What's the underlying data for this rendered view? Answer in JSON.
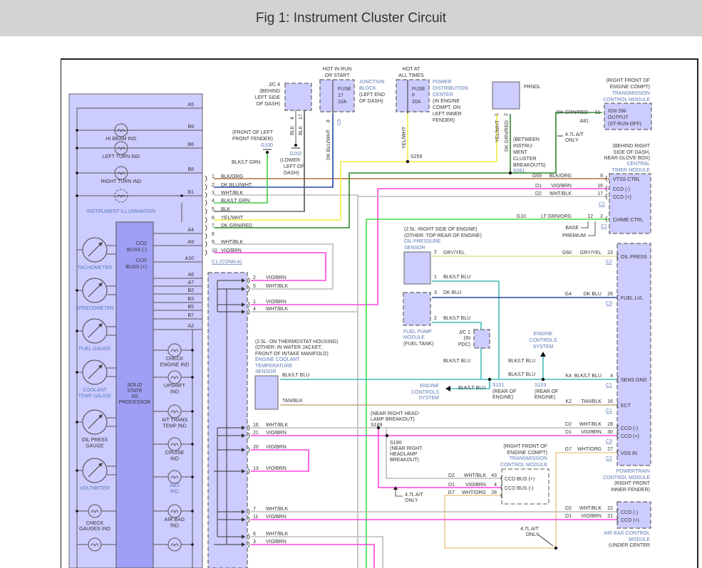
{
  "header": {
    "title": "Fig 1: Instrument Cluster Circuit"
  },
  "colors": {
    "module_fill": "#ccccff",
    "processor_fill": "#9f9ff5",
    "wire_vio_brn": "#ff44dd",
    "wire_wht_blk": "#bbbbbb",
    "wire_blk_org": "#b07040",
    "wire_dk_blu": "#2244aa",
    "wire_yel_wht": "#eeee44",
    "wire_dk_grn_red": "#2a8a2a",
    "wire_lt_grn_org": "#44dd44",
    "wire_blk_lt_blu": "#44bbbb",
    "wire_tan_blk": "#c0a880",
    "wire_gry_yel": "#dddd99",
    "wire_wht_org": "#f2c89a"
  },
  "cluster": {
    "lamps": [
      {
        "label": "HI BEAM IND",
        "pin": "B9"
      },
      {
        "label": "LEFT TURN IND",
        "pin": "B6"
      },
      {
        "label": "RIGHT TURN IND",
        "pin": "B8"
      },
      {
        "label": "INSTRUMENT ILLUMINATION",
        "pin": "B1"
      }
    ],
    "top_pin": "A5",
    "gauges": [
      "TACHOMETER",
      "SPEEDOMETER",
      "FUEL GAUGE",
      "COOLANT TEMP GAUGE",
      "OIL PRESS GAUGE",
      "VOLTMETER"
    ],
    "gauges_lines": [
      [
        "TACHOMETER"
      ],
      [
        "SPEEDOMETER"
      ],
      [
        "FUEL GAUGE"
      ],
      [
        "COOLANT",
        "TEMP GAUGE"
      ],
      [
        "OIL PRESS",
        "GAUGE"
      ],
      [
        "VOLTMETER"
      ]
    ],
    "bottom_left_ind": [
      "CHECK",
      "GAUGES IND"
    ],
    "processor": {
      "label": [
        "SOLID",
        "STATE",
        "I/O",
        "PROCESSOR"
      ],
      "ccd_minus": [
        "CCD",
        "BUSS (-)"
      ],
      "ccd_plus": [
        "CCD",
        "BUSS (+)"
      ]
    },
    "processor_pins": [
      "A4",
      "A9",
      "A10",
      "A6",
      "A7",
      "B2",
      "B3",
      "B5",
      "B7",
      "A2"
    ],
    "right_inds": [
      [
        "CHECK",
        "ENGINE IND"
      ],
      [
        "UPSHIFT",
        "IND"
      ],
      [
        "A/T TRANS",
        "TEMP IND"
      ],
      [
        "CRUISE",
        "IND"
      ],
      [
        "ABS",
        "IND"
      ],
      [
        "AIR BAG",
        "IND"
      ]
    ]
  },
  "jc4": {
    "lines": [
      "J/C 4",
      "(BEHIND",
      "LEFT SIDE",
      "OF DASH)"
    ],
    "pins": [
      "4",
      "17"
    ],
    "wire": "BLK"
  },
  "g100": {
    "lines": [
      "(FRONT OF LEFT",
      "FRONT FENDER)"
    ],
    "name": "G100",
    "wire": "BLK/LT GRN"
  },
  "g202": {
    "name": "G202",
    "lines": [
      "(LOWER",
      "LEFT OF",
      "DASH)"
    ]
  },
  "fuse17": {
    "hot": [
      "HOT IN RUN",
      "OR START"
    ],
    "lines": [
      "FUSE",
      "17",
      "10A"
    ],
    "pin": "8",
    "conn": "C5",
    "wire": "DK BLU/WHT",
    "location": [
      "JUNCTION",
      "BLOCK",
      "(LEFT END",
      "OF DASH)"
    ]
  },
  "fuseF": {
    "hot": [
      "HOT AT",
      "ALL TIMES"
    ],
    "lines": [
      "FUSE",
      "F",
      "20A"
    ],
    "wire": "YEL/WHT",
    "splice": "S259",
    "location_name": [
      "POWER",
      "DISTRIBUTION",
      "CENTER"
    ],
    "location": [
      "(IN ENGINE",
      "COMPT, ON",
      "LEFT INNER",
      "FENDER)"
    ]
  },
  "prndl": {
    "label": "PRNDL",
    "pins": [
      "1",
      "2"
    ],
    "wires": [
      "YEL/WHT",
      "DK GRN/RED"
    ],
    "splice_note": [
      "(BETWEEN",
      "INSTRU-",
      "MENT",
      "CLUSTER",
      "BREAKOUTS)"
    ],
    "splice": "S261"
  },
  "tcm_top": {
    "location": [
      "(RIGHT FRONT OF",
      "ENGINE COMPT)"
    ],
    "name": [
      "TRANSMISSION",
      "CONTROL MODULE"
    ],
    "lines": [
      "IGN SW",
      "OUTPUT",
      "(ST-RUN-OFF)"
    ],
    "pin": "11",
    "circuit": "A81",
    "wire": "DK GRN/RED",
    "note": [
      "4.7L A/T",
      "ONLY"
    ]
  },
  "ctm": {
    "location": [
      "(BEHIND RIGHT",
      "SIDE OF DASH,",
      "NEAR GLOVE BOX)"
    ],
    "name": [
      "CENTRAL",
      "TIMER MODULE"
    ],
    "rows": [
      {
        "circuit": "G69",
        "wire": "BLK/ORG",
        "pin": "8",
        "label": "VTSS CTRL"
      },
      {
        "circuit": "D1",
        "wire": "VIO/BRN",
        "pin": "16",
        "label": "CCD (-)"
      },
      {
        "circuit": "D2",
        "wire": "WHT/BLK",
        "pin": "17",
        "label": "CCD (+)"
      },
      {
        "circuit": "G10",
        "wire": "LT GRN/ORG",
        "pin": "12",
        "pin2": "2",
        "label": "CHIME CTRL"
      }
    ],
    "conn_c2": "C2",
    "conn_c1": "C1",
    "base": "BASE",
    "premium": "PREMIUM"
  },
  "conn_a": {
    "label": "C1 (CONN A)",
    "pins": [
      {
        "n": "1",
        "wire": "BLK/ORG"
      },
      {
        "n": "2",
        "wire": "DK BLU/WHT"
      },
      {
        "n": "3",
        "wire": "WHT/BLK"
      },
      {
        "n": "4",
        "wire": "BLK/LT GRN"
      },
      {
        "n": "5",
        "wire": "BLK"
      },
      {
        "n": "6",
        "wire": "YEL/WHT"
      },
      {
        "n": "7",
        "wire": "DK GRN/RED"
      },
      {
        "n": "8",
        "wire": ""
      },
      {
        "n": "9",
        "wire": "WHT/BLK"
      },
      {
        "n": "10",
        "wire": "VIO/BRN"
      }
    ]
  },
  "conn_b": {
    "pins": [
      {
        "n": "2",
        "wire": "VIO/BRN"
      },
      {
        "n": "5",
        "wire": "WHT/BLK"
      },
      {
        "n": "1",
        "wire": "VIO/BRN"
      },
      {
        "n": "4",
        "wire": "WHT/BLK"
      },
      {
        "n": "16",
        "wire": "WHT/BLK"
      },
      {
        "n": "21",
        "wire": "VIO/BRN"
      },
      {
        "n": "20",
        "wire": "VIO/BRN"
      },
      {
        "n": "13",
        "wire": "VIO/BRN"
      },
      {
        "n": "7",
        "wire": "WHT/BLK"
      },
      {
        "n": "11",
        "wire": "VIO/BRN"
      },
      {
        "n": "6",
        "wire": "WHT/BLK"
      },
      {
        "n": "3",
        "wire": "VIO/BRN"
      }
    ]
  },
  "oil_sensor": {
    "location": [
      "(2.5L: RIGHT SIDE OF ENGINE)",
      "(OTHER: TOP REAR OF ENGINE)"
    ],
    "name": [
      "OIL PRESSURE",
      "SENSOR"
    ],
    "pins": [
      {
        "n": "2",
        "wire": "GRY/YEL"
      },
      {
        "n": "1",
        "wire": "BLK/LT BLU"
      }
    ]
  },
  "fuel_pump": {
    "name": [
      "FUEL PUMP",
      "MODULE"
    ],
    "location": "(FUEL TANK)",
    "pins": [
      {
        "n": "3",
        "wire": "DK BLU"
      },
      {
        "n": "2",
        "wire": "BLK/LT BLU"
      }
    ]
  },
  "jc1": {
    "lines": [
      "J/C 1",
      "(IN",
      "PDC)"
    ]
  },
  "ect": {
    "location": [
      "(2.5L: ON THERMOSTAT HOUSING)",
      "(OTHER: IN WATER JACKET,",
      "FRONT OF INTAKE MANIFOLD)"
    ],
    "name": [
      "ENGINE COOLANT",
      "TEMPERATURE",
      "SENSOR"
    ],
    "wires": [
      "BLK/LT BLU",
      "TAN/BLK"
    ]
  },
  "splices": {
    "s101": {
      "name": "S101",
      "loc": [
        "(REAR OF",
        "ENGINE)"
      ]
    },
    "s103": {
      "name": "S103",
      "loc": [
        "(REAR OF",
        "ENGINE)"
      ]
    },
    "s189": {
      "loc": [
        "(NEAR RIGHT HEAD-",
        "LAMP BREAKOUT)"
      ],
      "name": "S189"
    },
    "s190": {
      "name": "S190",
      "loc": [
        "(NEAR RIGHT",
        "HEADLAMP",
        "BREAKOUT)"
      ]
    }
  },
  "engine_controls": [
    "ENGINE",
    "CONTROLS",
    "SYSTEM"
  ],
  "blk_lt_blu": "BLK/LT BLU",
  "pcm": {
    "rows": [
      {
        "circuit": "G60",
        "wire": "GRY/YEL",
        "pin": "23",
        "label": "OIL PRESS",
        "conn": "C2"
      },
      {
        "circuit": "G4",
        "wire": "DK BLU",
        "pin": "26",
        "label": "FUEL LVL",
        "conn": "C3"
      },
      {
        "circuit": "K4",
        "wire": "BLK/LT BLU",
        "pin": "4",
        "label": "SENS GND",
        "conn": "C1"
      },
      {
        "circuit": "K2",
        "wire": "TAN/BLK",
        "pin": "16",
        "label": "ECT",
        "conn": "C1"
      },
      {
        "circuit": "D2",
        "wire": "WHT/BLK",
        "pin": "28",
        "label": "CCD (-)",
        "conn": ""
      },
      {
        "circuit": "D1",
        "wire": "VIO/BRN",
        "pin": "30",
        "label": "CCD (+)",
        "conn": "C3"
      },
      {
        "circuit": "G7",
        "wire": "WHT/ORG",
        "pin": "27",
        "label": "VSS IN",
        "conn": "C2"
      }
    ],
    "name": [
      "POWERTRAIN",
      "CONTROL MODULE"
    ],
    "location": [
      "(RIGHT FRONT",
      "INNER FENDER)"
    ]
  },
  "tcm_bottom": {
    "location": [
      "(RIGHT FRONT OF",
      "ENGINE COMPT)"
    ],
    "name": [
      "TRANSMISSION",
      "CONTROL MODULE"
    ],
    "rows": [
      {
        "circuit": "D2",
        "wire": "WHT/BLK",
        "pin": "43",
        "label": "CCD BUS (+)"
      },
      {
        "circuit": "D1",
        "wire": "VIO/BRN",
        "pin": "4",
        "label": "CCD BUS (-)"
      },
      {
        "circuit": "G7",
        "wire": "WHT/ORG",
        "pin": "28",
        "label": ""
      }
    ],
    "note": [
      "4.7L A/T",
      "ONLY"
    ]
  },
  "acm": {
    "rows": [
      {
        "circuit": "D2",
        "wire": "WHT/BLK",
        "pin": "22",
        "label": "CCD (-)"
      },
      {
        "circuit": "D1",
        "wire": "VIO/BRN",
        "pin": "21",
        "label": "CCD (+)"
      }
    ],
    "name": [
      "AIR BAG CONTROL",
      "MODULE"
    ],
    "location": "(UNDER CENTER"
  },
  "note_47": [
    "4.7L A/T",
    "ONLY"
  ]
}
